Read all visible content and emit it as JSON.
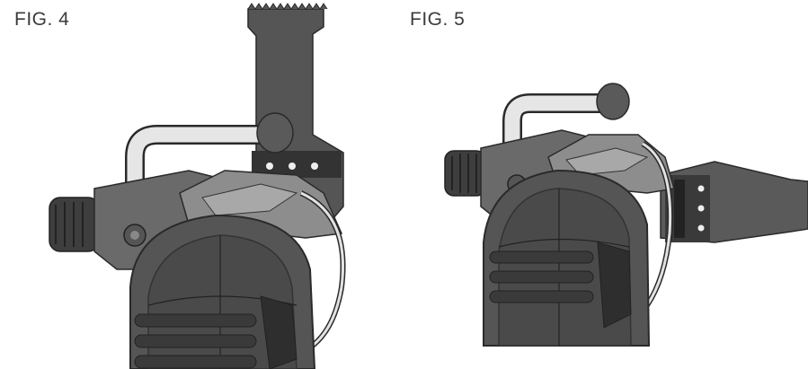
{
  "figures": [
    {
      "label": "FIG. 4"
    },
    {
      "label": "FIG. 5"
    }
  ],
  "colors": {
    "body_dark": "#4a4a4a",
    "body_mid": "#6d6d6d",
    "body_light": "#9a9a9a",
    "blade": "#555555",
    "handle_tube": "#e6e6e6",
    "outline": "#2a2a2a"
  },
  "icons": [
    "oscillating-tool-illustration",
    "saw-blade",
    "blade-lever"
  ]
}
